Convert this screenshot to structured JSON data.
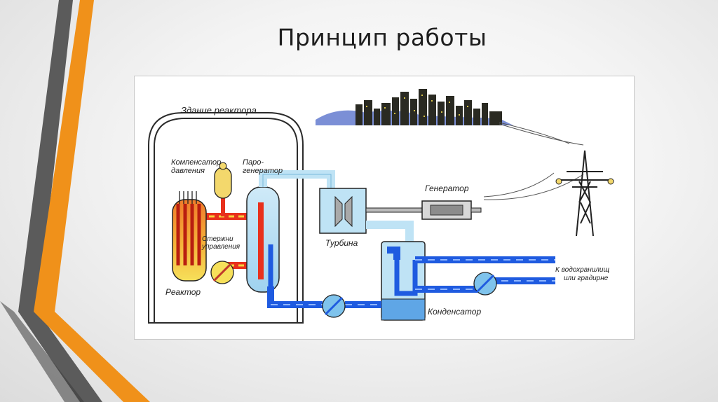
{
  "slide": {
    "title": "Принцип работы"
  },
  "diagram": {
    "labels": {
      "reactor_building": "Здание реактора",
      "pressurizer": [
        "Компенсатор",
        "давления"
      ],
      "steam_generator": [
        "Паро-",
        "генератор"
      ],
      "control_rods": [
        "Стержни",
        "управления"
      ],
      "reactor": "Реактор",
      "turbine": "Турбина",
      "generator": "Генератор",
      "condenser": "Конденсатор",
      "cooling_destination": [
        "К водохранилищ",
        "или градирне"
      ]
    },
    "colors": {
      "hot_loop": "#e8301c",
      "hot_loop_dash": "#f6d23a",
      "water_blue": "#1f5be0",
      "steam_light_blue": "#bfe3f5",
      "pressurizer_yellow": "#f3d86c",
      "building_outline": "#2b2b2b",
      "accent_orange": "#f0911a",
      "accent_gray": "#5a5a5a"
    }
  }
}
